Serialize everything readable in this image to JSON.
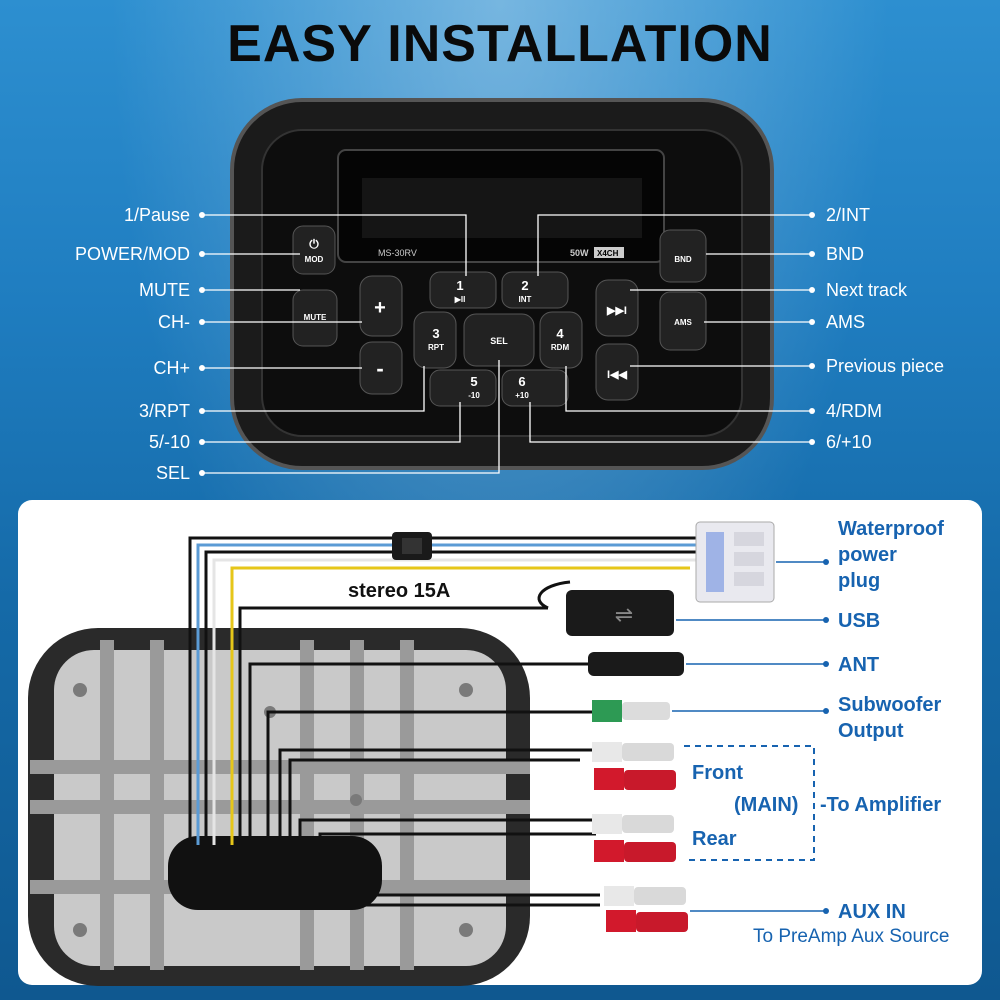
{
  "title": "EASY INSTALLATION",
  "head_unit": {
    "model": "MS-30RV",
    "badge_power": "50W",
    "badge_channels": "X4CH",
    "buttons": {
      "mod": "MOD",
      "mute": "MUTE",
      "plus": "+",
      "minus": "-",
      "b1_num": "1",
      "b1_sub": "▶II",
      "b2_num": "2",
      "b2_sub": "INT",
      "b3_num": "3",
      "b3_sub": "RPT",
      "b4_num": "4",
      "b4_sub": "RDM",
      "b5_num": "5",
      "b5_sub": "-10",
      "b6_num": "6",
      "b6_sub": "+10",
      "sel": "SEL",
      "bnd": "BND",
      "ams": "AMS",
      "next": "▶▶I",
      "prev": "I◀◀"
    }
  },
  "callouts_left": [
    "1/Pause",
    "POWER/MOD",
    "MUTE",
    "CH-",
    "CH+",
    "3/RPT",
    "5/-10",
    "SEL"
  ],
  "callouts_right": [
    "2/INT",
    "BND",
    "Next track",
    "AMS",
    "Previous piece",
    "4/RDM",
    "6/+10"
  ],
  "wiring": {
    "fuse": "stereo 15A",
    "power_plug": [
      "Waterproof",
      "power",
      "plug"
    ],
    "usb": "USB",
    "ant": "ANT",
    "subwoofer": [
      "Subwoofer",
      "Output"
    ],
    "front": "Front",
    "main": "(MAIN)",
    "rear": "Rear",
    "to_amplifier": "-To Amplifier",
    "aux_in": "AUX IN",
    "aux_note": "To PreAmp Aux Source"
  }
}
